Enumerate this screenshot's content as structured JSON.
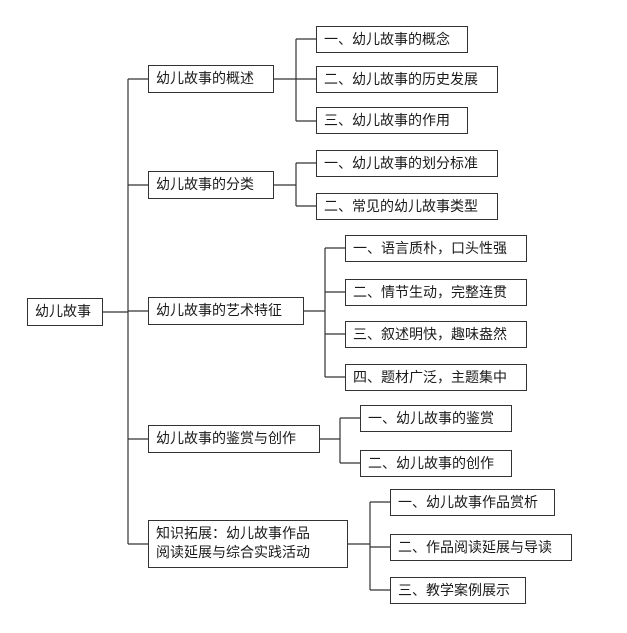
{
  "root": {
    "label": "幼儿故事"
  },
  "branches": [
    {
      "label": "幼儿故事的概述",
      "children": [
        "一、幼儿故事的概念",
        "二、幼儿故事的历史发展",
        "三、幼儿故事的作用"
      ]
    },
    {
      "label": "幼儿故事的分类",
      "children": [
        "一、幼儿故事的划分标准",
        "二、常见的幼儿故事类型"
      ]
    },
    {
      "label": "幼儿故事的艺术特征",
      "children": [
        "一、语言质朴，口头性强",
        "二、情节生动，完整连贯",
        "三、叙述明快，趣味盎然",
        "四、题材广泛，主题集中"
      ]
    },
    {
      "label": "幼儿故事的鉴赏与创作",
      "children": [
        "一、幼儿故事的鉴赏",
        "二、幼儿故事的创作"
      ]
    },
    {
      "label_line1": "知识拓展：幼儿故事作品",
      "label_line2": "阅读延展与综合实践活动",
      "children": [
        "一、幼儿故事作品赏析",
        "二、作品阅读延展与导读",
        "三、教学案例展示"
      ]
    }
  ]
}
